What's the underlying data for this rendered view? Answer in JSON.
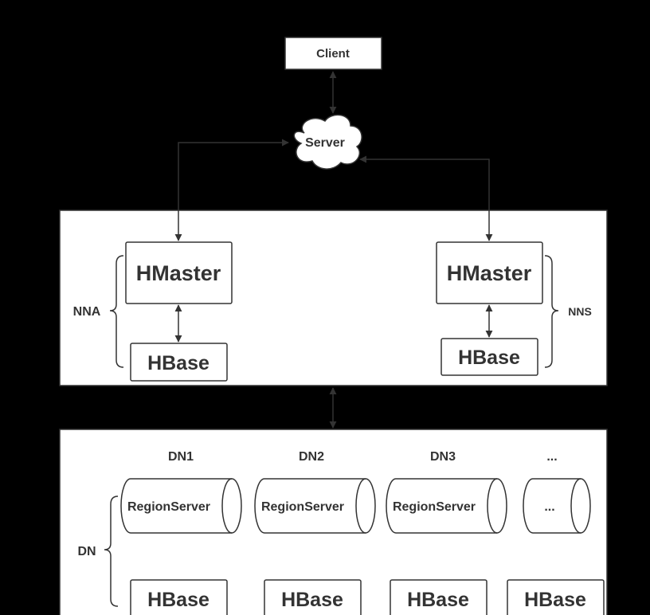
{
  "client": {
    "label": "Client"
  },
  "server": {
    "label": "Server"
  },
  "master_group": {
    "left": {
      "bracket_label": "NNA",
      "hmaster": "HMaster",
      "hbase": "HBase"
    },
    "right": {
      "bracket_label": "NNS",
      "hmaster": "HMaster",
      "hbase": "HBase"
    }
  },
  "datanodes": {
    "bracket_label": "DN",
    "nodes": [
      {
        "name": "DN1",
        "regionserver": "RegionServer",
        "hbase": "HBase"
      },
      {
        "name": "DN2",
        "regionserver": "RegionServer",
        "hbase": "HBase"
      },
      {
        "name": "DN3",
        "regionserver": "RegionServer",
        "hbase": "HBase"
      },
      {
        "name": "...",
        "regionserver": "...",
        "hbase": "HBase"
      }
    ]
  },
  "colors": {
    "background": "#000000",
    "panel": "#ffffff",
    "stroke": "#333333"
  }
}
